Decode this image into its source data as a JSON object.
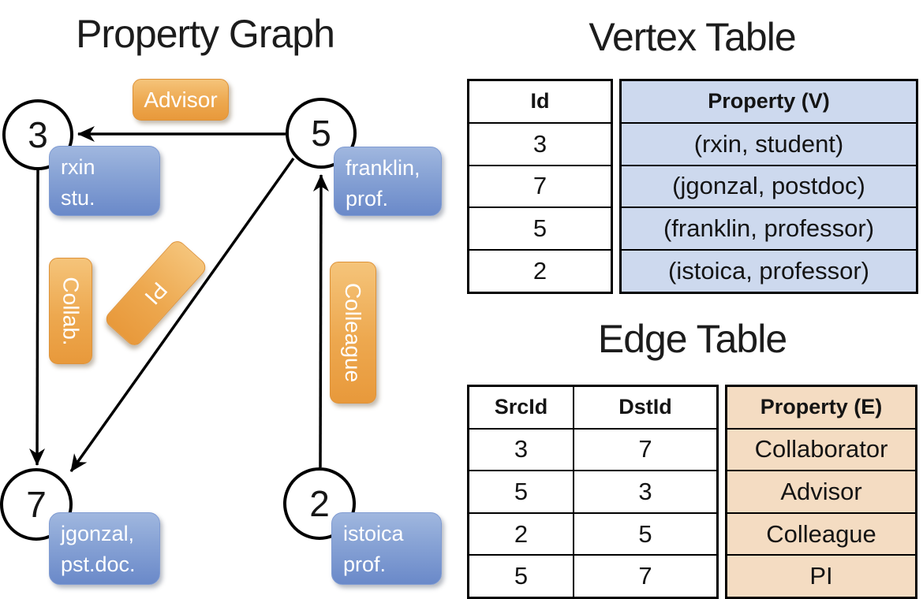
{
  "titles": {
    "graph": "Property Graph",
    "vertex_table": "Vertex Table",
    "edge_table": "Edge Table"
  },
  "graph": {
    "nodes": [
      {
        "id": "3"
      },
      {
        "id": "5"
      },
      {
        "id": "7"
      },
      {
        "id": "2"
      }
    ],
    "vertex_property_boxes": [
      {
        "line1": "rxin",
        "line2": "stu."
      },
      {
        "line1": "franklin,",
        "line2": "prof."
      },
      {
        "line1": "jgonzal,",
        "line2": "pst.doc."
      },
      {
        "line1": "istoica",
        "line2": "prof."
      }
    ],
    "edge_property_boxes": {
      "advisor": "Advisor",
      "collab": "Collab.",
      "pi": "PI",
      "colleague": "Colleague"
    },
    "edges": [
      {
        "from": "5",
        "to": "3",
        "label": "Advisor"
      },
      {
        "from": "3",
        "to": "7",
        "label": "Collab."
      },
      {
        "from": "5",
        "to": "7",
        "label": "PI"
      },
      {
        "from": "2",
        "to": "5",
        "label": "Colleague"
      }
    ]
  },
  "vertex_table": {
    "headers": {
      "id": "Id",
      "property": "Property (V)"
    },
    "rows": [
      {
        "id": "3",
        "property": "(rxin, student)"
      },
      {
        "id": "7",
        "property": "(jgonzal, postdoc)"
      },
      {
        "id": "5",
        "property": "(franklin, professor)"
      },
      {
        "id": "2",
        "property": "(istoica, professor)"
      }
    ]
  },
  "edge_table": {
    "headers": {
      "src": "SrcId",
      "dst": "DstId",
      "property": "Property (E)"
    },
    "rows": [
      {
        "src": "3",
        "dst": "7",
        "property": "Collaborator"
      },
      {
        "src": "5",
        "dst": "3",
        "property": "Advisor"
      },
      {
        "src": "2",
        "dst": "5",
        "property": "Colleague"
      },
      {
        "src": "5",
        "dst": "7",
        "property": "PI"
      }
    ]
  },
  "colors": {
    "vertex_property_fill": "#cdd9ee",
    "edge_property_fill": "#f4dcc2",
    "vertex_box_top": "#a0b7df",
    "vertex_box_bottom": "#6a89c9",
    "edge_box_top": "#f5c47a",
    "edge_box_bottom": "#e8993b",
    "line": "#000000"
  }
}
